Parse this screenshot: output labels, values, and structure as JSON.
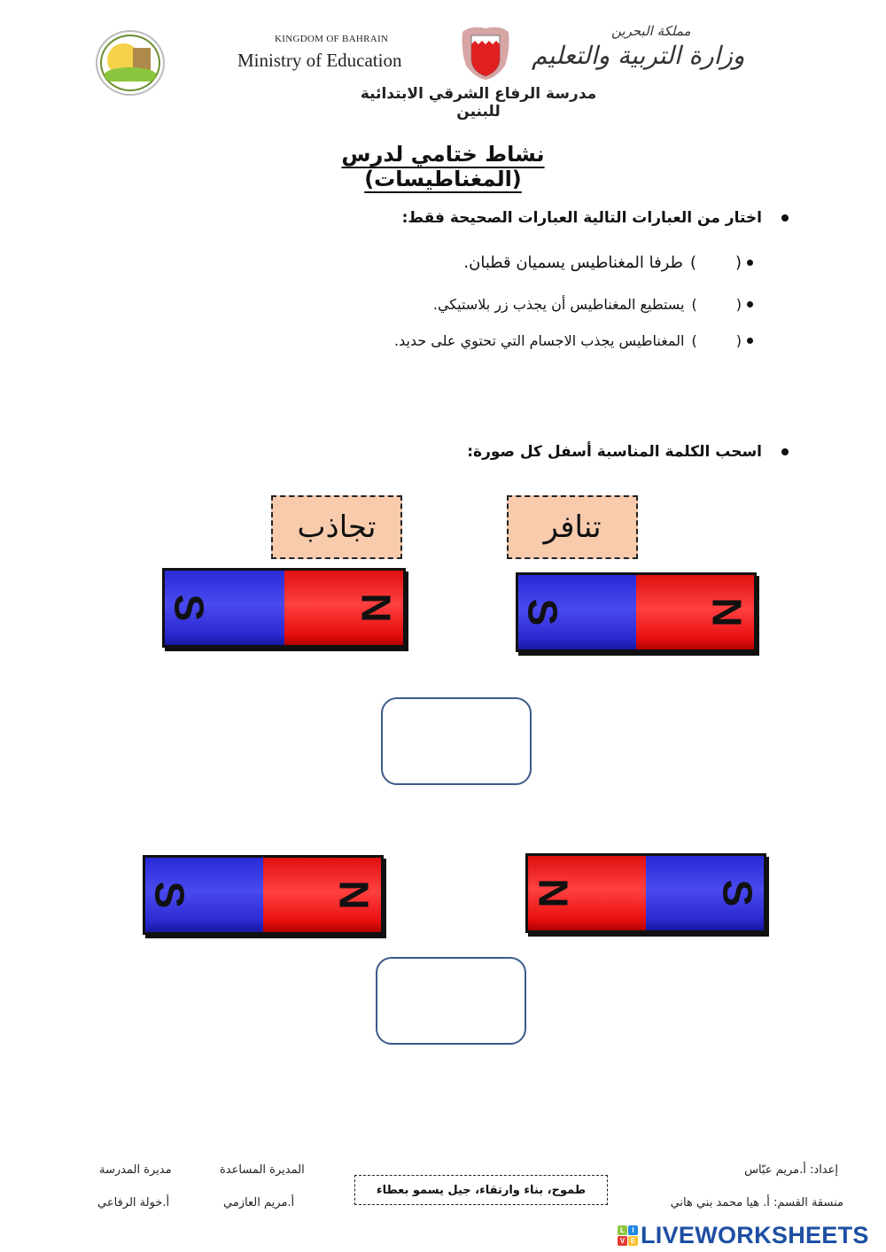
{
  "header": {
    "kingdom_en": "KINGDOM OF BAHRAIN",
    "ministry_en": "Ministry of Education",
    "kingdom_ar": "مملكة البحرين",
    "ministry_ar": "وزارة التربية والتعليم",
    "school_name": "مدرسة الرفاع الشرقي الابتدائية للبنين",
    "school_logo_icon": "school-crest-icon",
    "emblem_icon": "bahrain-emblem-icon"
  },
  "title": "نشاط ختامي لدرس (المغناطيسات)",
  "question1": {
    "heading": "اختار من العبارات التالية العبارات الصحيحة فقط:",
    "statements": [
      {
        "open": "(",
        "close": ")",
        "answer": "",
        "text": "طرفا المغناطيس يسميان قطبان."
      },
      {
        "open": "(",
        "close": ")",
        "answer": "",
        "text": "يستطيع المغناطيس أن يجذب زر بلاستيكي."
      },
      {
        "open": "(",
        "close": ")",
        "answer": "",
        "text": "المغناطيس يجذب الاجسام التي تحتوي على حديد."
      }
    ]
  },
  "question2": {
    "heading": "اسحب الكلمة المناسبة أسفل كل صورة:",
    "drag_labels": [
      "تجاذب",
      "تنافر"
    ],
    "magnets": [
      {
        "left_pole": "S",
        "right_pole": "N"
      },
      {
        "left_pole": "S",
        "right_pole": "N"
      },
      {
        "left_pole": "S",
        "right_pole": "N"
      },
      {
        "left_pole": "N",
        "right_pole": "S"
      }
    ],
    "drop_zones": [
      "",
      ""
    ]
  },
  "footer": {
    "principal_title": "مديرة المدرسة",
    "principal_name": "أ.خولة الرفاعي",
    "assistant_title": "المديرة المساعدة",
    "assistant_name": "أ.مريم العازمي",
    "motto": "طموح، بناء وارتقاء، جيل يسمو بعطاء",
    "prepared_by": "إعداد: أ.مريم عبّاس",
    "coordinator": "منسقة القسم: أ. هيا محمد بني هاني"
  },
  "branding": {
    "logo_letters": [
      "L",
      "I",
      "V",
      "E"
    ],
    "logo_colors": [
      "#8cc63f",
      "#1e88e5",
      "#e53935",
      "#fbc02d"
    ],
    "text": "LIVEWORKSHEETS",
    "color": "#1e4fa3"
  },
  "colors": {
    "drag_label_bg": "#f8cbad",
    "north_pole": "#ff2020",
    "south_pole": "#3030e0",
    "drop_border": "#3d5a8a"
  }
}
